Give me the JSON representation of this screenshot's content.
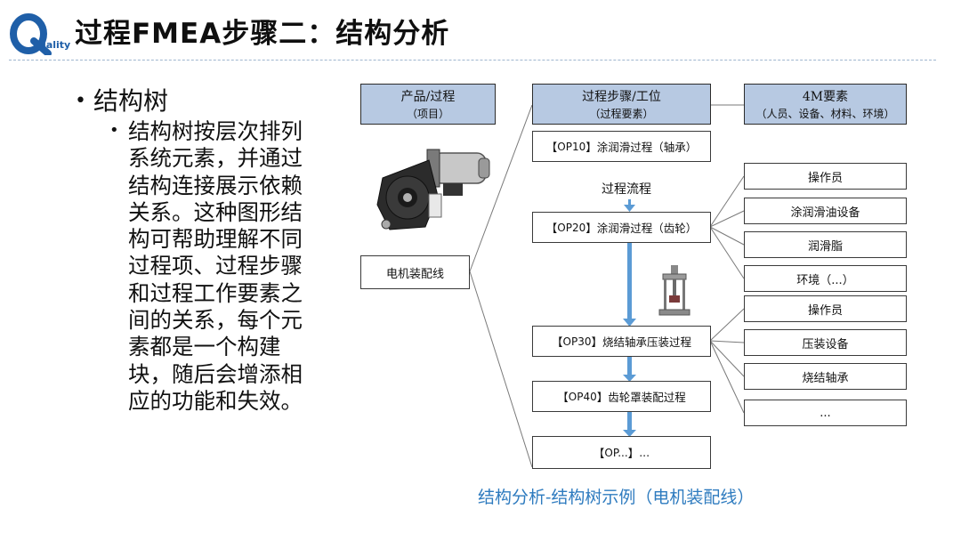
{
  "logo": {
    "letter": "Q",
    "text": "uality"
  },
  "title": "过程FMEA步骤二：结构分析",
  "left_text": {
    "bullet": "结构树",
    "description": "结构树按层次排列系统元素，并通过结构连接展示依赖关系。这种图形结构可帮助理解不同过程项、过程步骤和过程工作要素之间的关系，每个元素都是一个构建块，随后会增添相应的功能和失效。"
  },
  "diagram": {
    "headers": [
      {
        "title": "产品/过程",
        "subtitle": "（项目）"
      },
      {
        "title": "过程步骤/工位",
        "subtitle": "（过程要素）"
      },
      {
        "title": "4M要素",
        "subtitle": "（人员、设备、材料、环境）"
      }
    ],
    "product_box": "电机装配线",
    "process_flow_label": "过程流程",
    "operations": [
      {
        "code": "OP10",
        "text": "涂润滑过程（轴承）"
      },
      {
        "code": "OP20",
        "text": "涂润滑过程（齿轮）"
      },
      {
        "code": "OP30",
        "text": "烧结轴承压装过程"
      },
      {
        "code": "OP40",
        "text": "齿轮罩装配过程"
      },
      {
        "code": "OP...",
        "text": "..."
      }
    ],
    "elements_group1": [
      "操作员",
      "涂润滑油设备",
      "润滑脂",
      "环境（...）"
    ],
    "elements_group2": [
      "操作员",
      "压装设备",
      "烧结轴承",
      "..."
    ],
    "caption": "结构分析-结构树示例（电机装配线）"
  },
  "colors": {
    "header_fill": "#b7c9e2",
    "arrow": "#5b9bd5",
    "caption": "#2e7bbf",
    "logo": "#1f5fa8"
  }
}
